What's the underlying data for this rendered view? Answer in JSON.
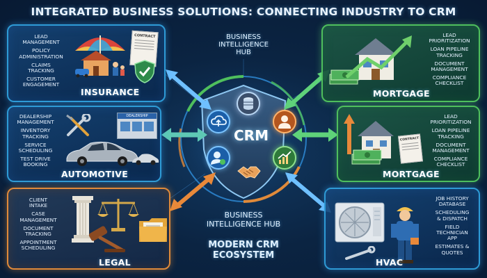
{
  "title": "Integrated Business Solutions: Connecting Industry to CRM",
  "center": {
    "label": "CRM",
    "hub_top": "Business\nIntelligence\nHub",
    "hub_bottom": "Business\nIntelligence Hub",
    "ecosystem": "Modern CRM\nEcosystem"
  },
  "panels": {
    "insurance": {
      "label": "Insurance",
      "features": [
        "Lead\nManagement",
        "Policy\nAdministration",
        "Claims\nTracking",
        "Customer\nEngagement"
      ],
      "sign": "Contract"
    },
    "automotive": {
      "label": "Automotive",
      "features": [
        "Dealership\nManagement",
        "Inventory\nTracking",
        "Service\nScheduling",
        "Test Drive\nBooking"
      ],
      "sign": "Dealership"
    },
    "legal": {
      "label": "Legal",
      "features": [
        "Client\nIntake",
        "Case\nManagement",
        "Document\nTracking",
        "Appointment\nScheduling"
      ]
    },
    "mortgage_top": {
      "label": "Mortgage",
      "features": [
        "Lead\nPrioritization",
        "Loan Pipeline\nTracking",
        "Document\nManagement",
        "Compliance\nChecklist"
      ]
    },
    "mortgage_mid": {
      "label": "Mortgage",
      "features": [
        "Lead\nPrioritization",
        "Loan Pipeline\nTracking",
        "Document\nManagement",
        "Compliance\nChecklist"
      ],
      "sign": "Contract"
    },
    "hvac": {
      "label": "HVAC",
      "features": [
        "Job History\nDatabase",
        "Scheduling\n& Dispatch",
        "Field\nTechnician\nApp",
        "Estimates &\nQuotes"
      ]
    }
  },
  "colors": {
    "blue_accent": "#2e9bd6",
    "green_accent": "#4fbf5d",
    "orange_accent": "#e08a3a",
    "background": "#0b2442"
  }
}
